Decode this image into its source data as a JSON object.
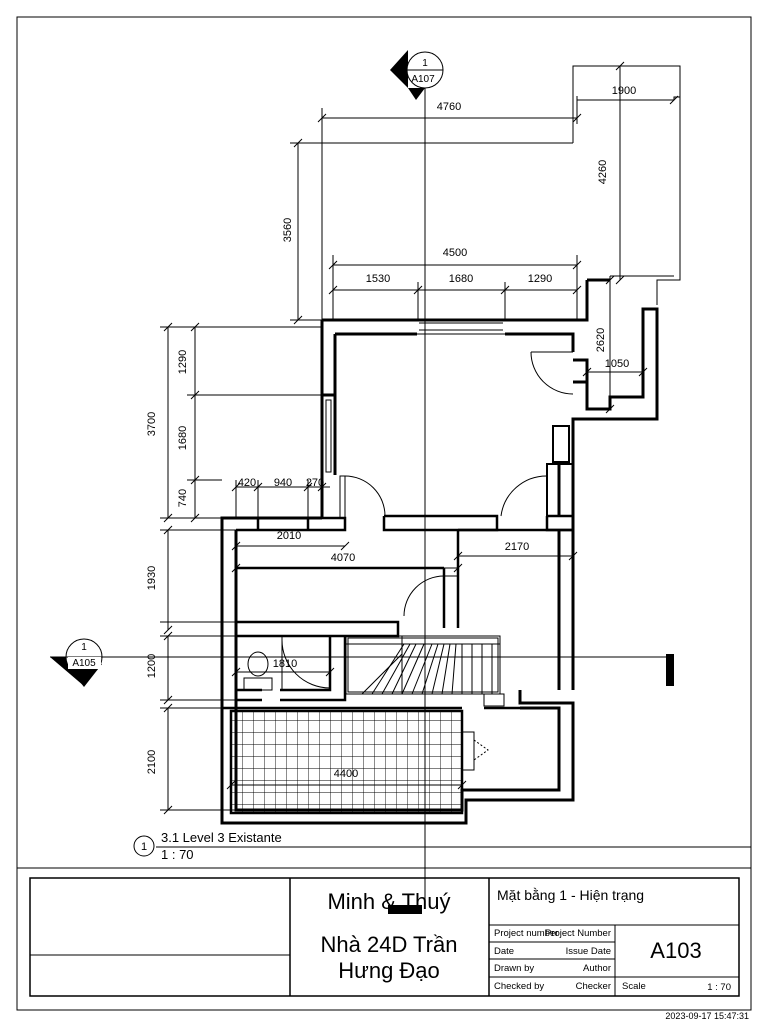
{
  "sections": {
    "top": {
      "number": "1",
      "sheet": "A107"
    },
    "left": {
      "number": "1",
      "sheet": "A105"
    }
  },
  "dimensions": {
    "top_overall": "4760",
    "balcony_width": "1900",
    "balcony_height": "4260",
    "upper_height": "3560",
    "upper_width": "4500",
    "seg_1530": "1530",
    "seg_1680_h": "1680",
    "seg_1290_h": "1290",
    "right_2620": "2620",
    "right_1050": "1050",
    "left_3700": "3700",
    "left_1290": "1290",
    "left_1680": "1680",
    "left_740": "740",
    "w_420": "420",
    "w_940": "940",
    "w_270": "270",
    "w_2010": "2010",
    "w_4070": "4070",
    "w_2170": "2170",
    "left_1930": "1930",
    "left_1200": "1200",
    "w_1810": "1810",
    "left_2100": "2100",
    "w_4400": "4400"
  },
  "view": {
    "number": "1",
    "name": "3.1 Level 3 Existante",
    "scale": "1 : 70"
  },
  "title_block": {
    "client": "Minh & Thuý",
    "project": "Nhà 24D Trần Hưng Đạo",
    "project_line1": "Nhà 24D Trần",
    "project_line2": "Hưng Đạo",
    "sheet_title": "Mặt bằng 1 - Hiện trạng",
    "project_number_label": "Project number",
    "project_number_value": "Project Number",
    "date_label": "Date",
    "date_value": "Issue Date",
    "drawn_label": "Drawn by",
    "drawn_value": "Author",
    "checked_label": "Checked by",
    "checked_value": "Checker",
    "sheet_number": "A103",
    "scale_label": "Scale",
    "scale_value": "1 : 70"
  },
  "timestamp": "2023-09-17 15:47:31"
}
